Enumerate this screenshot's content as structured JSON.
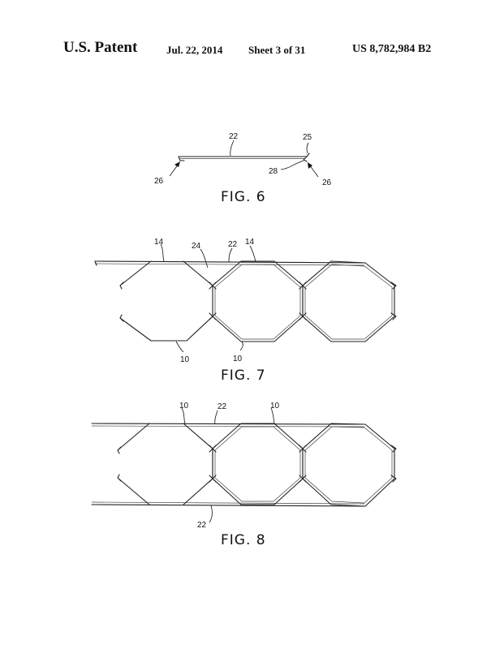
{
  "header": {
    "patent_label": "U.S. Patent",
    "date": "Jul. 22, 2014",
    "sheet": "Sheet 3 of 31",
    "patent_number": "US 8,782,984 B2"
  },
  "figures": {
    "fig6": {
      "caption": "FIG. 6",
      "labels": {
        "top": "22",
        "end_tab": "25",
        "bend": "28",
        "arrow_left": "26",
        "arrow_right": "26"
      }
    },
    "fig7": {
      "caption": "FIG. 7",
      "labels": {
        "top_left": "14",
        "top_mid": "24",
        "top_center": "22",
        "top_right": "14",
        "bottom_left": "10",
        "bottom_mid": "10"
      }
    },
    "fig8": {
      "caption": "FIG. 8",
      "labels": {
        "top_left": "10",
        "top_center": "22",
        "top_right": "10",
        "bottom": "22"
      }
    }
  }
}
